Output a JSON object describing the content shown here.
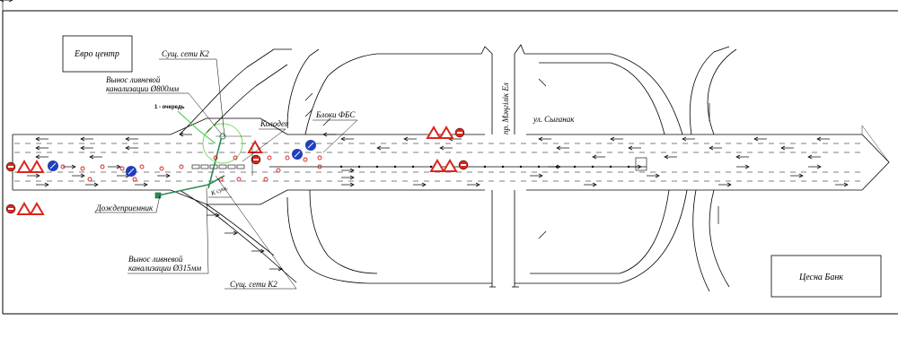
{
  "labels": {
    "euro_center": "Евро центр",
    "existing_network_top": "Сущ. сети К2",
    "drain_800_line1": "Вынос ливневой",
    "drain_800_line2": "канализации Ø800мм",
    "queue": "1 - очередь",
    "well": "Колодец",
    "fbs_blocks": "Блоки ФБС",
    "avenue": "пр. Мәңгілік Ел",
    "street": "ул. Сығанак",
    "to_existing": "К сущ.",
    "rain_inlet": "Дождеприемник",
    "drain_315_line1": "Вынос ливневой",
    "drain_315_line2": "канализации Ø315мм",
    "existing_network_bottom": "Сущ. сети К2",
    "tsesna_bank": "Цесна Банк"
  },
  "colors": {
    "line": "#000000",
    "drain_pipe": "#2e8b57",
    "green_leader": "#2ecc40",
    "well_circle": "#7be06a",
    "sign_red": "#d9261c",
    "sign_blue": "#1f3fbf",
    "cone_red": "#cc2222",
    "frame": "#000000"
  },
  "icons": {
    "warning_sign": "triangle-warning-icon",
    "no_entry_sign": "no-entry-icon",
    "mandatory_sign": "blue-circle-arrow-icon",
    "traffic_cone": "cone-circle-icon"
  }
}
